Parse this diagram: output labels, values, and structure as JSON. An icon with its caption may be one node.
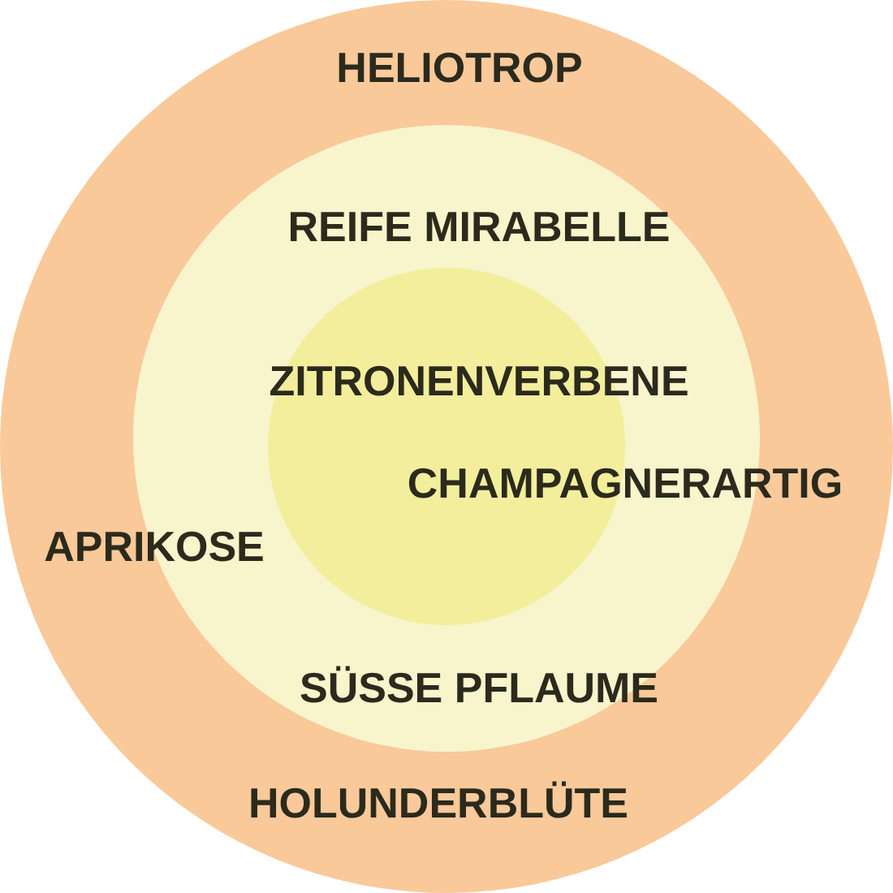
{
  "diagram": {
    "nodes": [
      {
        "text": [
          "HELIOTROP",
          "HOLUNDERBLÜTE"
        ]
      },
      {
        "text": [
          "REIFE MIRABELLE",
          "SÜSSE PFLAUME"
        ],
        "in": 0
      },
      {
        "text": [
          "ZITRONENVERBENE"
        ],
        "in": 1
      }
    ],
    "labels": [
      "CHAMPAGNERARTIG",
      "APRIKOSE"
    ]
  }
}
